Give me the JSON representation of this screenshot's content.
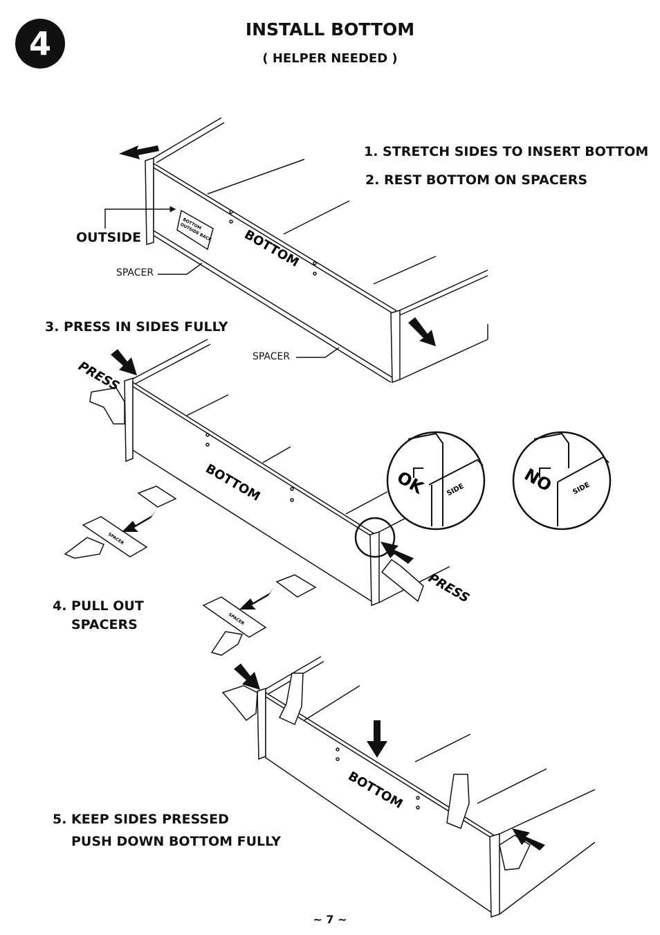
{
  "step": {
    "number": "4"
  },
  "header": {
    "title": "INSTALL BOTTOM",
    "subtitle": "( HELPER NEEDED )"
  },
  "instructions": {
    "i1": "1. STRETCH SIDES TO INSERT BOTTOM",
    "i2": "2. REST BOTTOM ON SPACERS",
    "i3": "3. PRESS IN SIDES FULLY",
    "i4_line1": "4. PULL OUT",
    "i4_line2": "SPACERS",
    "i5_line1": "5. KEEP SIDES PRESSED",
    "i5_line2": "PUSH DOWN BOTTOM FULLY"
  },
  "labels": {
    "outside": "OUTSIDE",
    "spacer": "SPACER",
    "press": "PRESS",
    "bottom_panel": "BOTTOM",
    "panel_sticker_line1": "BOTTOM",
    "panel_sticker_line2": "OUTSIDE BACK",
    "spacer_block": "SPACER",
    "ok": "OK",
    "no": "NO",
    "side": "SIDE"
  },
  "footer": {
    "page": "~ 7 ~"
  },
  "colors": {
    "ink": "#111111",
    "paper": "#ffffff"
  }
}
